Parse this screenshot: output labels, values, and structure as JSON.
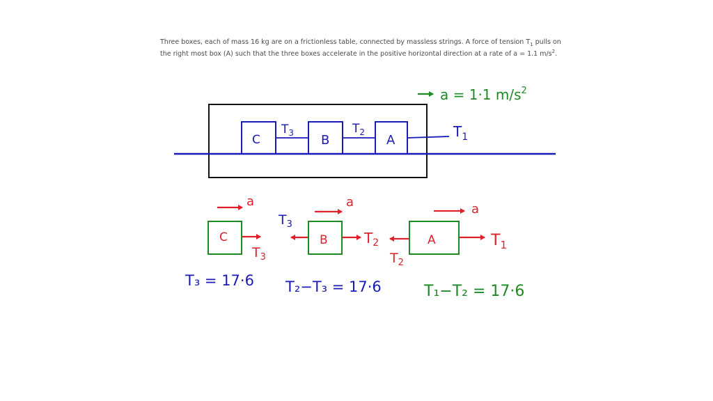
{
  "problem": {
    "line1_pre": "Three boxes, each of mass 16 kg are on a frictionless table, connected by massless strings. A force of tension T",
    "line1_sub": "1",
    "line1_post": " pulls on",
    "line2_pre": "the right most box (A) such that the three boxes accelerate in the positive horizontal direction at a rate of a = 1.1 m/s",
    "line2_sup": "2",
    "line2_post": "."
  },
  "system_diagram": {
    "accel_label": "a = 1·1 m/s",
    "accel_exp": "2",
    "boxes": [
      "C",
      "B",
      "A"
    ],
    "tensions": {
      "t3": "T",
      "t3_sub": "3",
      "t2": "T",
      "t2_sub": "2",
      "t1": "T",
      "t1_sub": "1"
    }
  },
  "fbd": {
    "accel_symbol": "a",
    "c": {
      "label": "C",
      "force": "T",
      "force_sub": "3"
    },
    "b": {
      "label": "B",
      "left_force": "T",
      "left_sub": "3",
      "right_force": "T",
      "right_sub": "2"
    },
    "a": {
      "label": "A",
      "left_force": "T",
      "left_sub": "2",
      "right_force": "T",
      "right_sub": "1"
    }
  },
  "equations": {
    "eq_c": "T₃ = 17·6",
    "eq_b": "T₂−T₃ = 17·6",
    "eq_a": "T₁−T₂ = 17·6"
  },
  "colors": {
    "ink_black": "#111111",
    "ink_blue": "#1a1ab8",
    "ink_red": "#e0202a",
    "ink_green": "#1e8a24",
    "text_gray": "#4a4a4a"
  }
}
